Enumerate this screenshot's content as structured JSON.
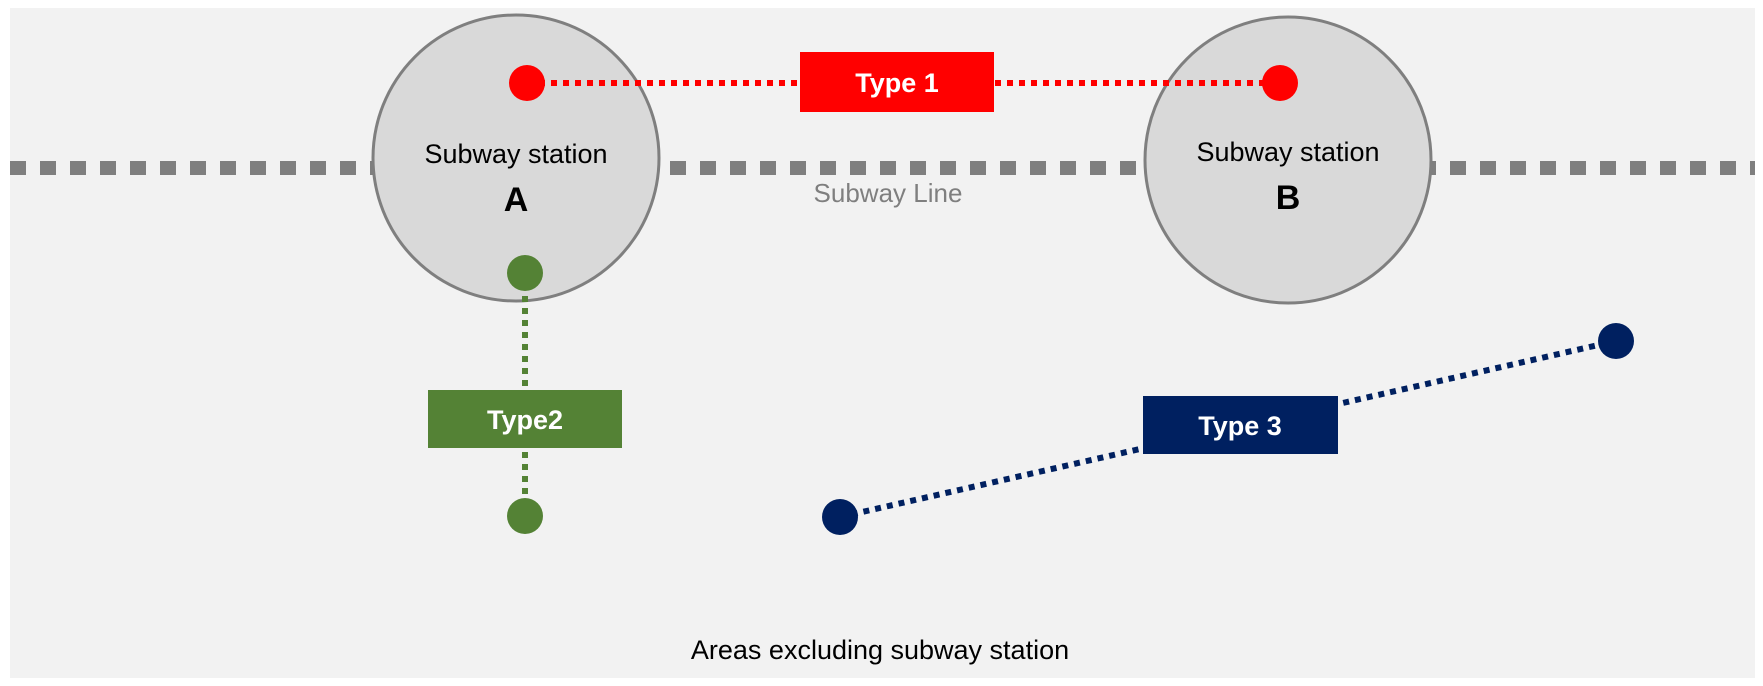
{
  "colors": {
    "background": "#f2f2f2",
    "subway_line": "#7f7f7f",
    "station_fill": "#d9d9d9",
    "station_stroke": "#7f7f7f",
    "type1": "#ff0000",
    "type2": "#548235",
    "type3": "#002060",
    "label_text": "#ffffff",
    "subway_line_label": "#7f7f7f",
    "dark_text": "#000000"
  },
  "subway_line_label": "Subway Line",
  "stations": [
    {
      "name": "Subway station",
      "letter": "A"
    },
    {
      "name": "Subway station",
      "letter": "B"
    }
  ],
  "types": [
    {
      "label": "Type 1",
      "color_key": "type1"
    },
    {
      "label": "Type2",
      "color_key": "type2"
    },
    {
      "label": "Type 3",
      "color_key": "type3"
    }
  ],
  "footer_label": "Areas excluding subway station"
}
